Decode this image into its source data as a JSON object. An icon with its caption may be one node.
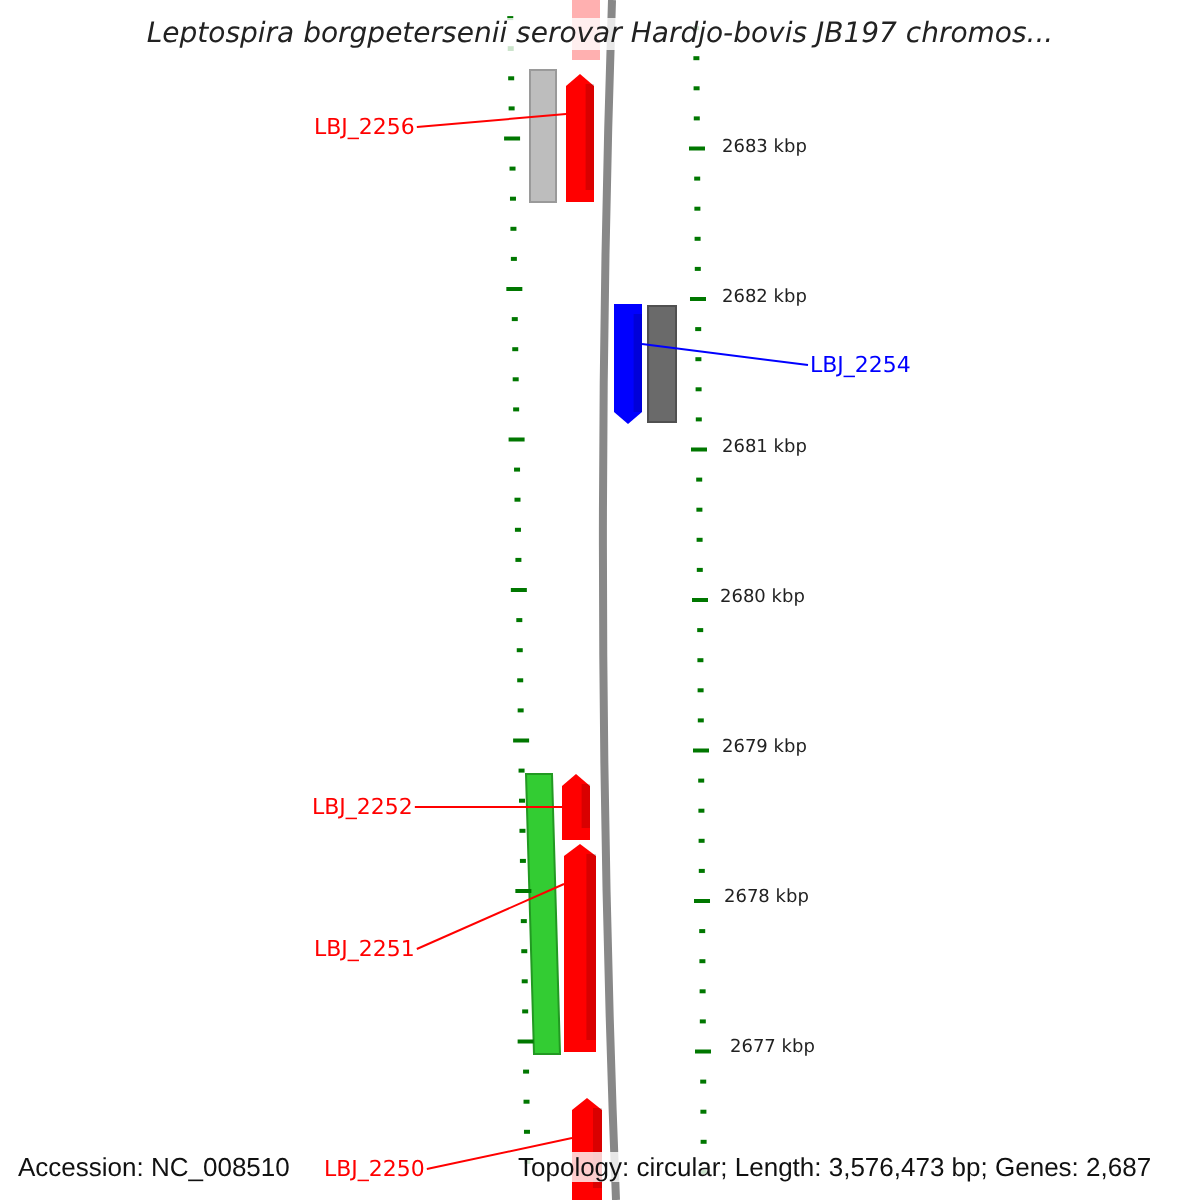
{
  "diagram": {
    "title": "Leptospira borgpetersenii serovar Hardjo-bovis JB197 chromos...",
    "nodes": [
      {
        "text": [
          "LBJ_2256"
        ]
      },
      {
        "text": [],
        "shape": "bar"
      },
      {
        "text": [
          "LBJ_2254"
        ]
      },
      {
        "text": [],
        "shape": "bar"
      },
      {
        "text": [
          "LBJ_2252"
        ]
      },
      {
        "text": [],
        "shape": "bar"
      },
      {
        "text": [
          "LBJ_2251"
        ]
      },
      {
        "text": [],
        "shape": "bar"
      },
      {
        "text": [
          "LBJ_2250"
        ]
      },
      {
        "text": [],
        "shape": "bar"
      }
    ],
    "edges": [
      {
        "from": 0,
        "to": 1,
        "arrow": "none"
      },
      {
        "from": 2,
        "to": 3,
        "arrow": "none",
        "color": "#0000ff"
      },
      {
        "from": 4,
        "to": 5,
        "arrow": "none"
      },
      {
        "from": 6,
        "to": 7,
        "arrow": "none"
      },
      {
        "from": 8,
        "to": 9,
        "arrow": "none"
      }
    ],
    "labels": [
      "2683 kbp",
      "2682 kbp",
      "2681 kbp",
      "2680 kbp",
      "2679 kbp",
      "2678 kbp",
      "2677 kbp",
      "Accession: NC_008510",
      "Topology: circular; Length: 3,576,473 bp; Genes: 2,687"
    ]
  }
}
